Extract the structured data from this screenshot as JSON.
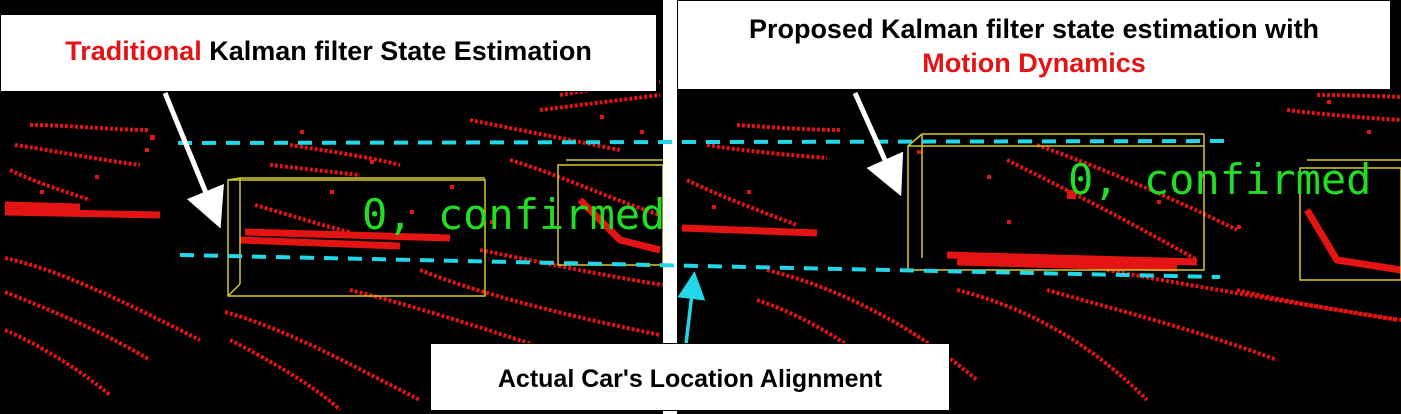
{
  "left_title": {
    "highlight": "Traditional",
    "rest": " Kalman filter State Estimation"
  },
  "right_title": {
    "line1": "Proposed Kalman filter state estimation with",
    "highlight": "Motion Dynamics"
  },
  "bottom_label": "Actual Car's Location Alignment",
  "track_status": {
    "left": "0, confirmed",
    "right": "0, confirmed"
  },
  "colors": {
    "points": "#e41414",
    "bbox": "#d8c92a",
    "alignment_line": "#22d8e8",
    "status_text": "#22dd22",
    "arrow": "#ffffff",
    "pointer_arrow": "#22d8e8"
  }
}
